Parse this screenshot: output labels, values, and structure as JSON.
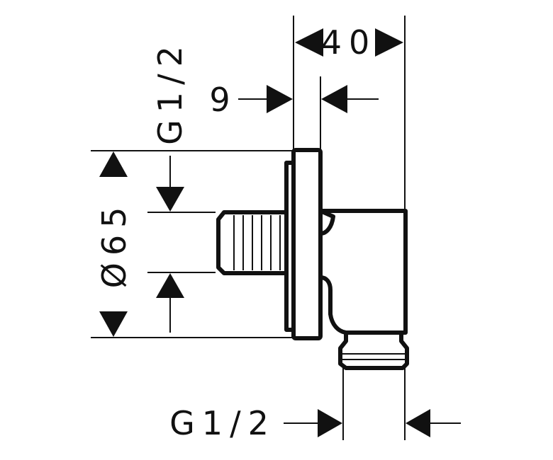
{
  "labels": {
    "width_total": "40",
    "flange_thickness": "9",
    "thread_rear": "G1/2",
    "diameter": "Ø65",
    "thread_outlet": "G1/2"
  },
  "colors": {
    "ink": "#111111",
    "background": "#ffffff"
  }
}
